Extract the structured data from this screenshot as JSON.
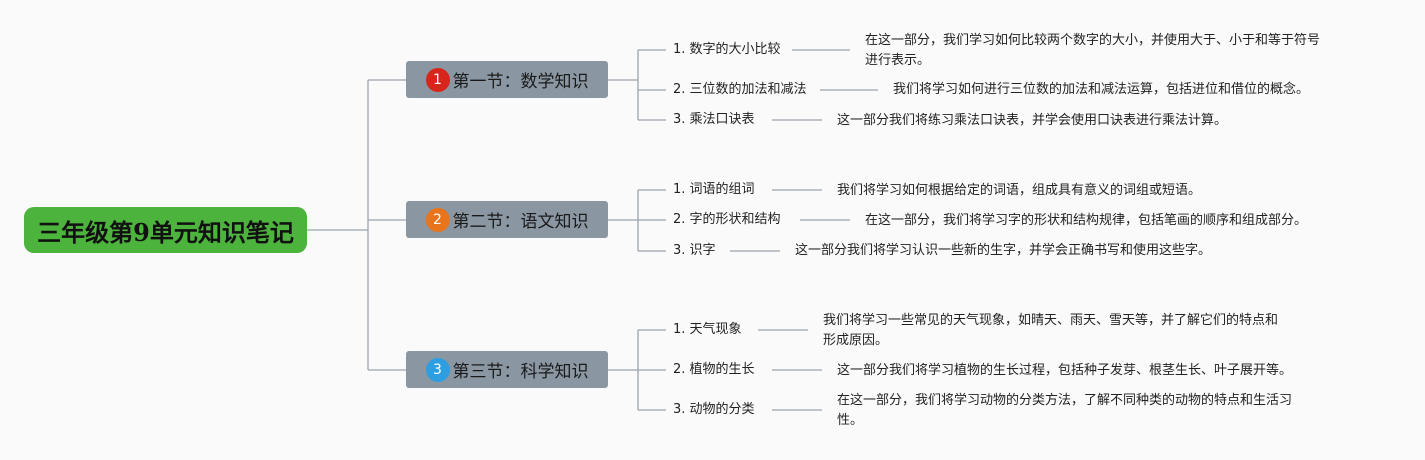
{
  "root": {
    "title": "三年级第9单元知识笔记"
  },
  "colors": {
    "root_bg": "#4cb33c",
    "section_bg": "#8a97a3",
    "connector": "#9aa4ae",
    "badges": [
      "#d8251c",
      "#e8741c",
      "#2d9fe0"
    ]
  },
  "sections": [
    {
      "number": "1",
      "label": "第一节：数学知识",
      "items": [
        {
          "label": "1. 数字的大小比较",
          "desc_lines": [
            "在这一部分，我们学习如何比较两个数字的大小，并使用大于、小于和等于符号",
            "进行表示。"
          ]
        },
        {
          "label": "2. 三位数的加法和减法",
          "desc_lines": [
            "我们将学习如何进行三位数的加法和减法运算，包括进位和借位的概念。"
          ]
        },
        {
          "label": "3. 乘法口诀表",
          "desc_lines": [
            "这一部分我们将练习乘法口诀表，并学会使用口诀表进行乘法计算。"
          ]
        }
      ]
    },
    {
      "number": "2",
      "label": "第二节：语文知识",
      "items": [
        {
          "label": "1. 词语的组词",
          "desc_lines": [
            "我们将学习如何根据给定的词语，组成具有意义的词组或短语。"
          ]
        },
        {
          "label": "2. 字的形状和结构",
          "desc_lines": [
            "在这一部分，我们将学习字的形状和结构规律，包括笔画的顺序和组成部分。"
          ]
        },
        {
          "label": "3. 识字",
          "desc_lines": [
            "这一部分我们将学习认识一些新的生字，并学会正确书写和使用这些字。"
          ]
        }
      ]
    },
    {
      "number": "3",
      "label": "第三节：科学知识",
      "items": [
        {
          "label": "1. 天气现象",
          "desc_lines": [
            "我们将学习一些常见的天气现象，如晴天、雨天、雪天等，并了解它们的特点和",
            "形成原因。"
          ]
        },
        {
          "label": "2. 植物的生长",
          "desc_lines": [
            "这一部分我们将学习植物的生长过程，包括种子发芽、根茎生长、叶子展开等。"
          ]
        },
        {
          "label": "3. 动物的分类",
          "desc_lines": [
            "在这一部分，我们将学习动物的分类方法，了解不同种类的动物的特点和生活习",
            "性。"
          ]
        }
      ]
    }
  ]
}
